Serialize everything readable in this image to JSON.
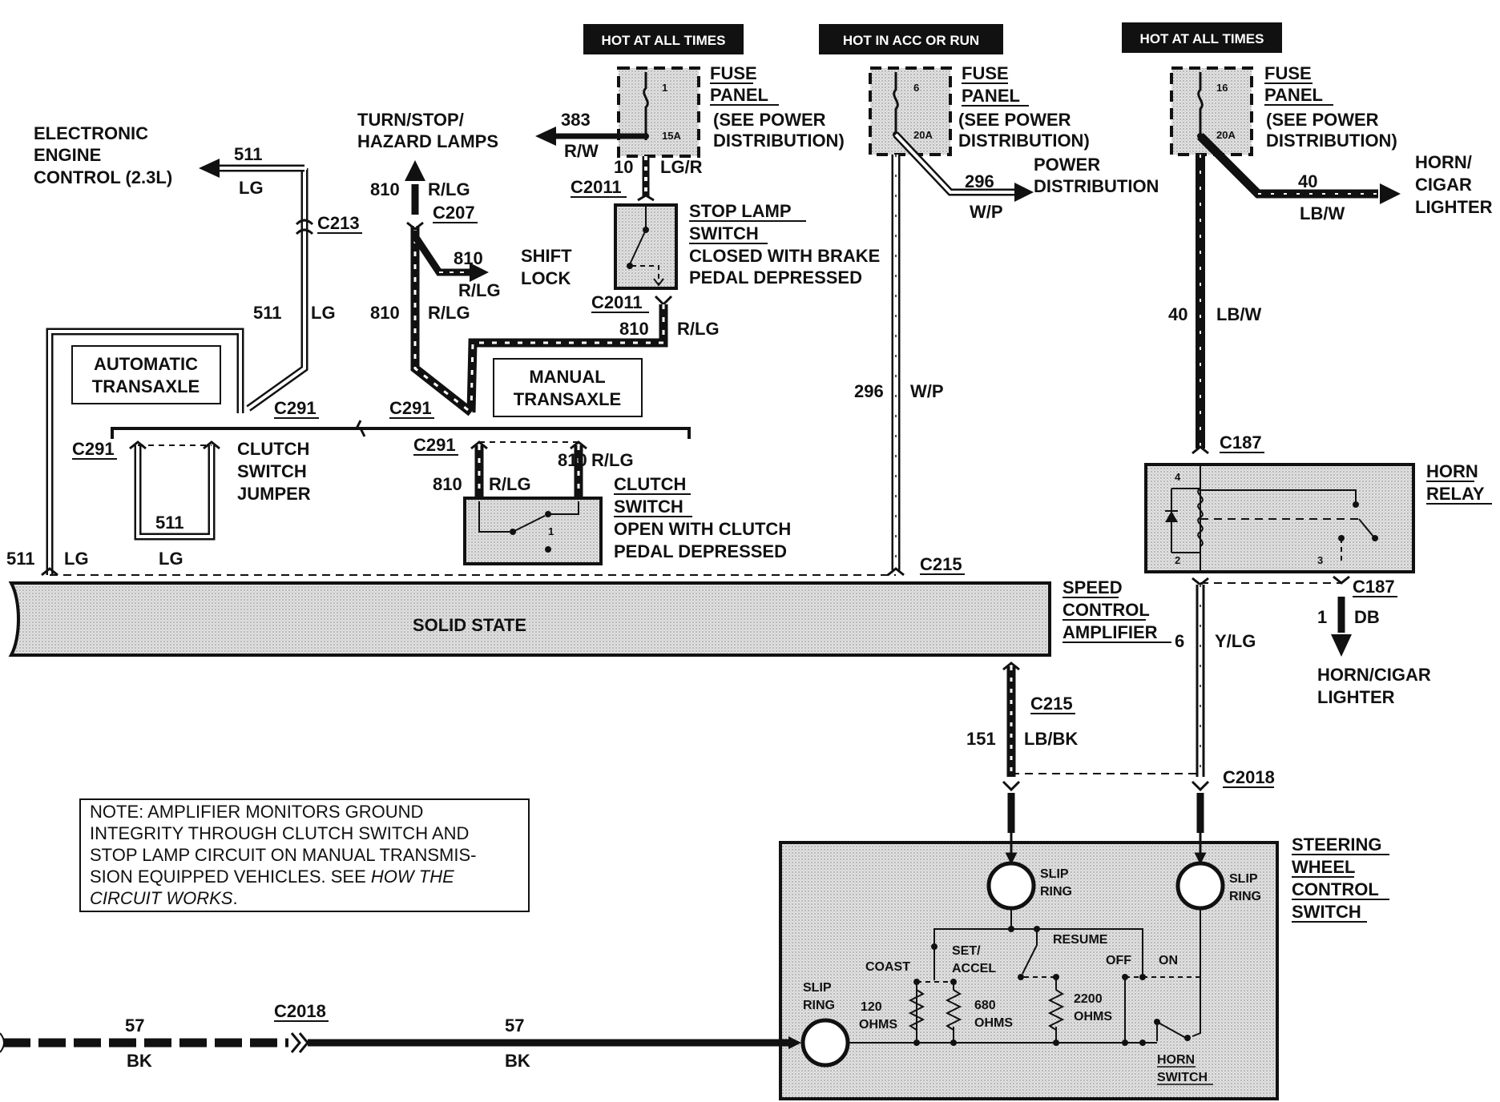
{
  "headers": {
    "hot_all_times_1": "HOT AT ALL TIMES",
    "hot_acc_run": "HOT IN ACC OR RUN",
    "hot_all_times_2": "HOT AT ALL TIMES"
  },
  "fuse_panels": {
    "title_1": "FUSE",
    "title_2": "PANEL",
    "see_1": "(SEE POWER",
    "see_2": "DISTRIBUTION)",
    "fuse1": {
      "num": "1",
      "amps": "15A"
    },
    "fuse6": {
      "num": "6",
      "amps": "20A"
    },
    "fuse16": {
      "num": "16",
      "amps": "20A"
    }
  },
  "destinations": {
    "eec_1": "ELECTRONIC",
    "eec_2": "ENGINE",
    "eec_3": "CONTROL (2.3L)",
    "turn_1": "TURN/STOP/",
    "turn_2": "HAZARD LAMPS",
    "shift_1": "SHIFT",
    "shift_2": "LOCK",
    "power_1": "POWER",
    "power_2": "DISTRIBUTION",
    "horn_cigar_1": "HORN/",
    "horn_cigar_2": "CIGAR",
    "horn_cigar_3": "LIGHTER",
    "horn_cigar_bottom_1": "HORN/CIGAR",
    "horn_cigar_bottom_2": "LIGHTER"
  },
  "components": {
    "stop_lamp_1": "STOP LAMP",
    "stop_lamp_2": "SWITCH",
    "stop_lamp_3": "CLOSED WITH BRAKE",
    "stop_lamp_4": "PEDAL DEPRESSED",
    "auto_1": "AUTOMATIC",
    "auto_2": "TRANSAXLE",
    "manual_1": "MANUAL",
    "manual_2": "TRANSAXLE",
    "jumper_1": "CLUTCH",
    "jumper_2": "SWITCH",
    "jumper_3": "JUMPER",
    "clutch_1": "CLUTCH",
    "clutch_2": "SWITCH",
    "clutch_3": "OPEN WITH CLUTCH",
    "clutch_4": "PEDAL DEPRESSED",
    "solid_state": "SOLID STATE",
    "speed_1": "SPEED",
    "speed_2": "CONTROL",
    "speed_3": "AMPLIFIER",
    "horn_relay_1": "HORN",
    "horn_relay_2": "RELAY",
    "steering_1": "STEERING",
    "steering_2": "WHEEL",
    "steering_3": "CONTROL",
    "steering_4": "SWITCH"
  },
  "connectors": {
    "c213": "C213",
    "c207": "C207",
    "c2011": "C2011",
    "c291": "C291",
    "c215": "C215",
    "c187": "C187",
    "c2018": "C2018"
  },
  "wires": {
    "w511": "511",
    "lg": "LG",
    "w383": "383",
    "rw": "R/W",
    "w10": "10",
    "lgr": "LG/R",
    "w810": "810",
    "rlg": "R/LG",
    "w296": "296",
    "wp": "W/P",
    "w40": "40",
    "lbw": "LB/W",
    "w1": "1",
    "db": "DB",
    "w6": "6",
    "ylg": "Y/LG",
    "w151": "151",
    "lbbk": "LB/BK",
    "w57": "57",
    "bk": "BK"
  },
  "relay_pins": {
    "p4": "4",
    "p2": "2",
    "p3": "3"
  },
  "clutch_pin": "1",
  "steering_switch": {
    "slip_1": "SLIP",
    "slip_2": "RING",
    "resume": "RESUME",
    "set_1": "SET/",
    "set_2": "ACCEL",
    "coast": "COAST",
    "off": "OFF",
    "on": "ON",
    "r120_1": "120",
    "r680_1": "680",
    "r2200_1": "2200",
    "ohms": "OHMS",
    "horn_1": "HORN",
    "horn_2": "SWITCH"
  },
  "note": {
    "line1": "NOTE: AMPLIFIER MONITORS GROUND",
    "line2": "INTEGRITY THROUGH CLUTCH SWITCH AND",
    "line3": "STOP LAMP CIRCUIT ON MANUAL TRANSMIS-",
    "line4": "SION EQUIPPED VEHICLES. SEE ",
    "line4_italic": "HOW THE",
    "line5_italic": "CIRCUIT WORKS",
    "line5_end": "."
  }
}
